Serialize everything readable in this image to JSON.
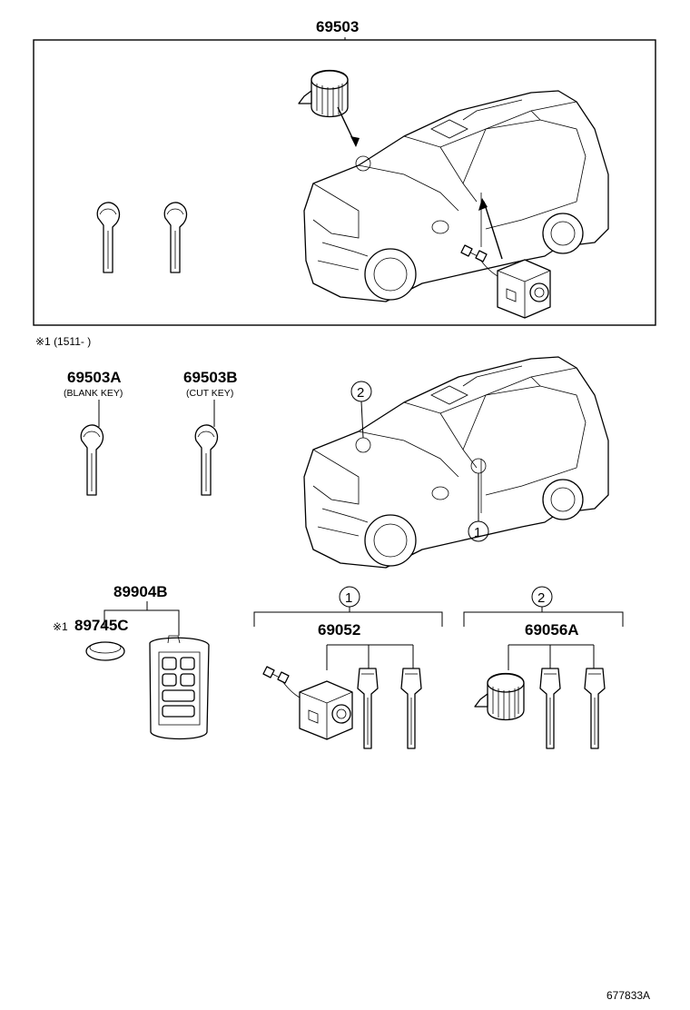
{
  "diagram": {
    "part_numbers": {
      "main_kit": "69503",
      "blank_key": "69503A",
      "cut_key": "69503B",
      "transmitter": "89904B",
      "battery": "89745C",
      "door_cylinder_set": "69052",
      "ignition_cylinder_set": "69056A"
    },
    "sublabels": {
      "blank_key": "(BLANK KEY)",
      "cut_key": "(CUT KEY)"
    },
    "notes": {
      "production_date": "※1 (1511-      )",
      "battery_mark": "※1"
    },
    "callouts": {
      "one": "1",
      "two": "2"
    },
    "illustration_id": "677833A"
  }
}
